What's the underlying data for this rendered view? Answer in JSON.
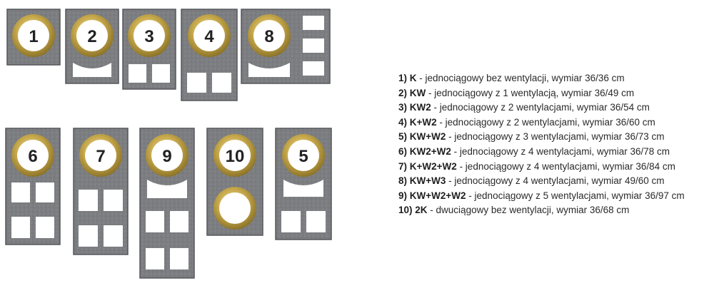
{
  "palette": {
    "block": "#7b7d80",
    "block_border": "#55575a",
    "ring": "#b99a3e",
    "ring_light": "#e3cf82",
    "flue": "#ffffff",
    "number": "#222222",
    "vent": "#ffffff"
  },
  "chimneys": [
    {
      "id": "1",
      "number": "1",
      "flues": 1,
      "arc_vent": false,
      "vents": 0
    },
    {
      "id": "2",
      "number": "2",
      "flues": 1,
      "arc_vent": true,
      "vents": 0
    },
    {
      "id": "3",
      "number": "3",
      "flues": 1,
      "arc_vent": false,
      "vents": 2
    },
    {
      "id": "4",
      "number": "4",
      "flues": 1,
      "arc_vent": false,
      "vents": 2
    },
    {
      "id": "8",
      "number": "8",
      "flues": 1,
      "arc_vent": true,
      "vents": 3
    },
    {
      "id": "6",
      "number": "6",
      "flues": 1,
      "arc_vent": false,
      "vents": 4
    },
    {
      "id": "7",
      "number": "7",
      "flues": 1,
      "arc_vent": false,
      "vents": 4
    },
    {
      "id": "9",
      "number": "9",
      "flues": 1,
      "arc_vent": true,
      "vents": 4
    },
    {
      "id": "10",
      "number": "10",
      "flues": 2,
      "arc_vent": false,
      "vents": 0
    },
    {
      "id": "5",
      "number": "5",
      "flues": 1,
      "arc_vent": true,
      "vents": 2
    }
  ],
  "legend": [
    {
      "num": "1)",
      "code": "K",
      "desc": " - jednociągowy bez wentylacji, wymiar 36/36 cm"
    },
    {
      "num": "2)",
      "code": "KW",
      "desc": " - jednociągowy z 1 wentylacją, wymiar 36/49 cm"
    },
    {
      "num": "3)",
      "code": "KW2",
      "desc": " - jednociągowy z 2 wentylacjami, wymiar 36/54 cm"
    },
    {
      "num": "4)",
      "code": "K+W2",
      "desc": " - jednociągowy z 2 wentylacjami, wymiar 36/60 cm"
    },
    {
      "num": "5)",
      "code": "KW+W2",
      "desc": " - jednociągowy z 3 wentylacjami, wymiar 36/73 cm"
    },
    {
      "num": "6)",
      "code": "KW2+W2",
      "desc": " - jednociągowy z 4 wentylacjami, wymiar 36/78 cm"
    },
    {
      "num": "7)",
      "code": "K+W2+W2",
      "desc": " - jednociągowy z 4 wentylacjami, wymiar 36/84 cm"
    },
    {
      "num": "8)",
      "code": "KW+W3",
      "desc": " - jednociągowy z 4 wentylacjami, wymiar 49/60 cm"
    },
    {
      "num": "9)",
      "code": "KW+W2+W2",
      "desc": " - jednociągowy z 5 wentylacjami, wymiar 36/97 cm"
    },
    {
      "num": "10)",
      "code": "2K",
      "desc": " - dwuciągowy bez wentylacji, wymiar 36/68 cm"
    }
  ]
}
